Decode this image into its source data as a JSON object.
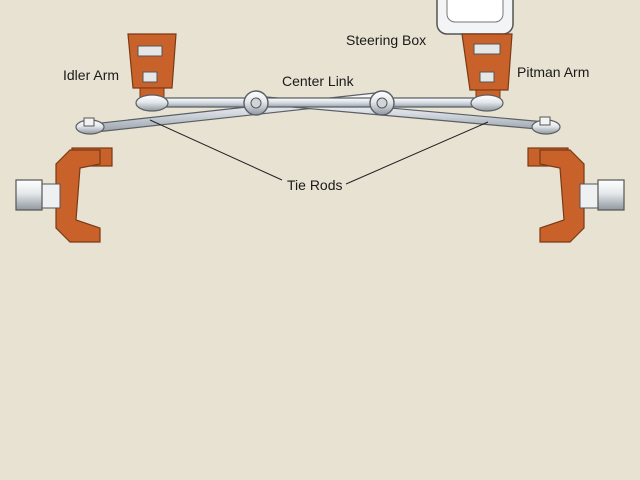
{
  "labels": {
    "idler_arm": "Idler Arm",
    "center_link": "Center Link",
    "steering_box": "Steering Box",
    "pitman_arm": "Pitman Arm",
    "tie_rods": "Tie Rods"
  },
  "colors": {
    "background": "#e8e2d2",
    "arm_orange": "#c8622a",
    "arm_dark": "#7a3a14",
    "rod_fill": "#dfe5ea",
    "rod_stroke": "#5a5f66",
    "hub_fill": "#f2f4f5"
  }
}
